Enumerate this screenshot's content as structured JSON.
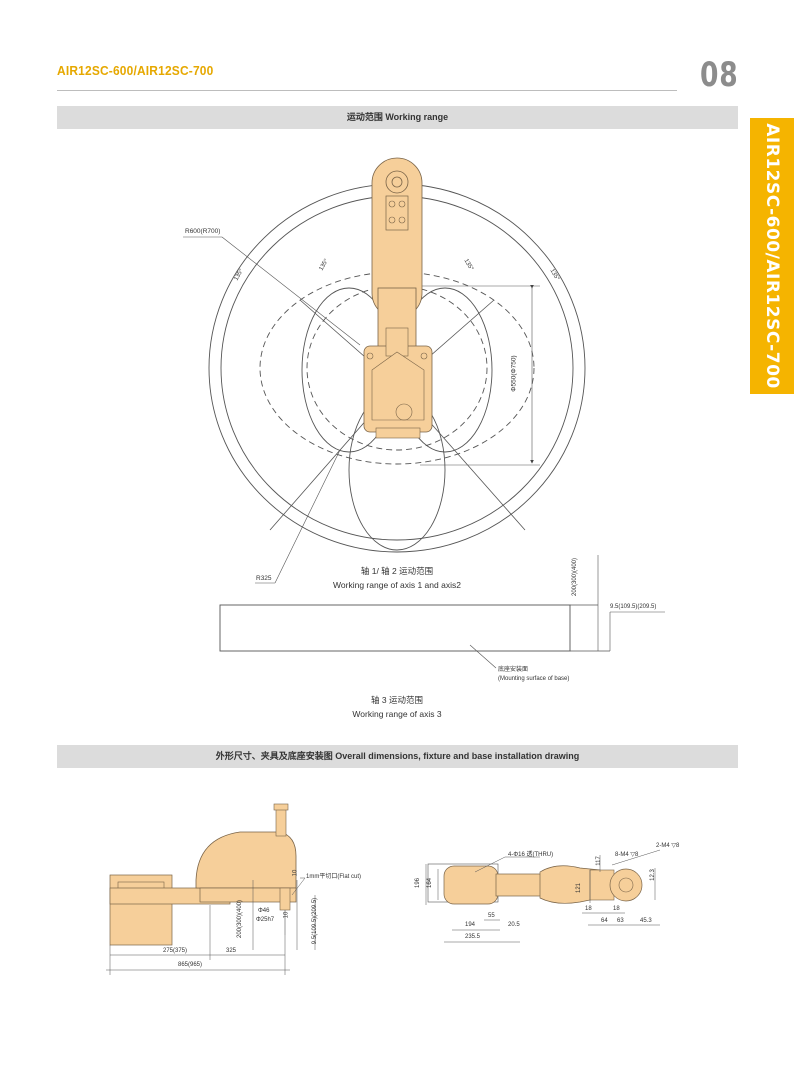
{
  "header": {
    "model_title": "AIR12SC-600/AIR12SC-700",
    "page_number": "08",
    "side_tab_text": "AIR12SC-600/AIR12SC-700"
  },
  "section1": {
    "title": "运动范围 Working range",
    "diagram_top": {
      "label_r600": "R600(R700)",
      "label_r325": "R325",
      "label_phi550": "Φ550(Φ750)",
      "angle_labels": [
        "135°",
        "135°",
        "135°",
        "135°"
      ],
      "caption_cn": "轴 1/ 轴 2 运动范围",
      "caption_en": "Working range of axis 1 and axis2"
    },
    "diagram_axis3": {
      "label_stroke": "200(300)(400)",
      "label_offset": "9.5(109.5)(209.5)",
      "label_base_cn": "底座安装面",
      "label_base_en": "(Mounting surface of base)",
      "caption_cn": "轴 3 运动范围",
      "caption_en": "Working range of axis 3"
    }
  },
  "section2": {
    "title": "外形尺寸、夹具及底座安装图 Overall dimensions, fixture and base installation drawing",
    "side_view": {
      "flat_cut": "1mm平切口(Flat cut)",
      "phi46": "Φ46",
      "phi25": "Φ25h7",
      "stroke": "200(300)(400)",
      "d10a": "10",
      "d10b": "10",
      "offset": "9.5(109.5)(209.5)",
      "d275": "275(375)",
      "d325": "325",
      "d865": "865(965)"
    },
    "top_view": {
      "holes": "4-Φ16 透(THRU)",
      "m4": "2-M4 ▽8",
      "m4b": "8-M4 ▽8",
      "d196": "196",
      "d164": "164",
      "d117": "117",
      "d121": "121",
      "d12_3": "12.3",
      "d55": "55",
      "d194": "194",
      "d20_5": "20.5",
      "d235_5": "235.5",
      "d18a": "18",
      "d18b": "18",
      "d64": "64",
      "d63": "63",
      "d45_3": "45.3"
    }
  },
  "colors": {
    "accent": "#f5b400",
    "title_yellow": "#e6a800",
    "robot_fill": "#f6cf9a",
    "bar_gray": "#dcdcdc"
  }
}
